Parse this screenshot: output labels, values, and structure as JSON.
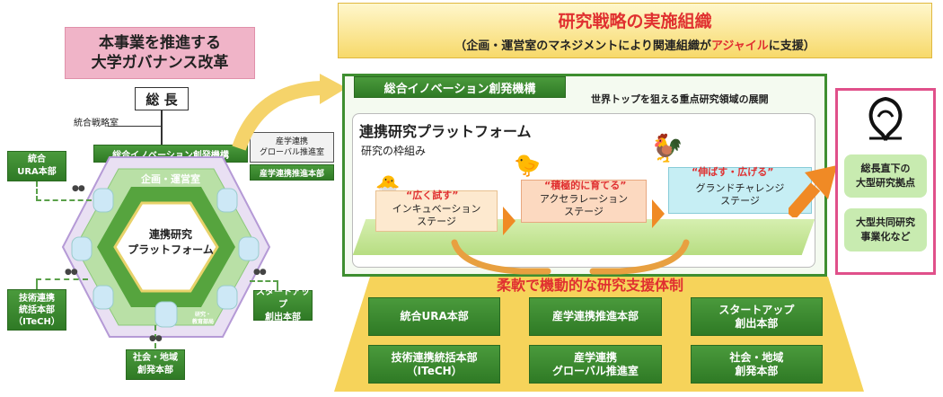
{
  "left": {
    "reform_title_1": "本事業を推進する",
    "reform_title_2": "大学ガバナンス改革",
    "president": "総 長",
    "strategy_office": "統合戦略室",
    "innovation_org": "総合イノベーション創発機構",
    "industry_global_1": "産学連携",
    "industry_global_2": "グローバル推進室",
    "industry_promotion": "産学連携推進本部",
    "planning": "企画・運営室",
    "platform_1": "連携研究",
    "platform_2": "プラットフォーム",
    "research_bureau_1": "研究・",
    "research_bureau_2": "教育部局",
    "ura_1": "統合",
    "ura_2": "URA本部",
    "tech_1": "技術連携",
    "tech_2": "統括本部",
    "tech_3": "（ITeCH）",
    "startup_1": "スタートアップ",
    "startup_2": "創出本部",
    "society_1": "社会・地域",
    "society_2": "創発本部"
  },
  "right": {
    "title": "研究戦略の実施組織",
    "subtitle_a": "（企画・運営室のマネジメントにより関連組織が",
    "subtitle_b": "アジャイル",
    "subtitle_c": "に支援）",
    "innovation_org": "総合イノベーション創発機構",
    "world_top": "世界トップを狙える重点研究領域の展開",
    "platform_title": "連携研究プラットフォーム",
    "framework": "研究の枠組み",
    "stage1_tag": "“広く試す”",
    "stage1_1": "インキュベーション",
    "stage1_2": "ステージ",
    "stage2_tag": "“積極的に育てる”",
    "stage2_1": "アクセラレーション",
    "stage2_2": "ステージ",
    "stage3_tag": "“伸ばす・広げる”",
    "stage3_1": "グランドチャレンジ",
    "stage3_2": "ステージ",
    "support_title": "柔軟で機動的な研究支援体制",
    "support_boxes": [
      {
        "l1": "統合URA本部",
        "l2": ""
      },
      {
        "l1": "産学連携推進本部",
        "l2": ""
      },
      {
        "l1": "スタートアップ",
        "l2": "創出本部"
      },
      {
        "l1": "技術連携統括本部",
        "l2": "（ITeCH）"
      },
      {
        "l1": "産学連携",
        "l2": "グローバル推進室"
      },
      {
        "l1": "社会・地域",
        "l2": "創発本部"
      }
    ],
    "outcome_1a": "総長直下の",
    "outcome_1b": "大型研究拠点",
    "outcome_2a": "大型共同研究",
    "outcome_2b": "事業化など"
  }
}
